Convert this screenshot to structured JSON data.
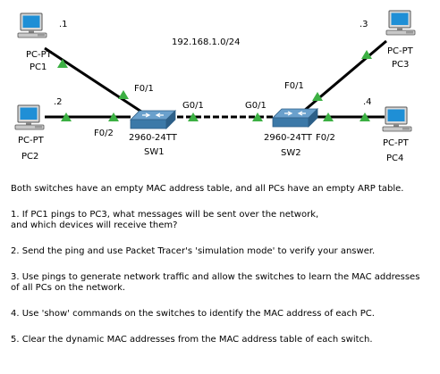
{
  "network": {
    "subnet": "192.168.1.0/24",
    "pcs": [
      {
        "id": "pc1",
        "type": "PC-PT",
        "name": "PC1",
        "host": ".1"
      },
      {
        "id": "pc2",
        "type": "PC-PT",
        "name": "PC2",
        "host": ".2"
      },
      {
        "id": "pc3",
        "type": "PC-PT",
        "name": "PC3",
        "host": ".3"
      },
      {
        "id": "pc4",
        "type": "PC-PT",
        "name": "PC4",
        "host": ".4"
      }
    ],
    "switches": [
      {
        "id": "sw1",
        "model": "2960-24TT",
        "name": "SW1"
      },
      {
        "id": "sw2",
        "model": "2960-24TT",
        "name": "SW2"
      }
    ],
    "ports": {
      "sw1_f01": "F0/1",
      "sw1_f02": "F0/2",
      "sw1_g01": "G0/1",
      "sw2_g01": "G0/1",
      "sw2_f01": "F0/1",
      "sw2_f02": "F0/2"
    },
    "colors": {
      "link": "#000000",
      "link_up": "#3cb043",
      "switch": "#4a86b8",
      "pc_screen": "#1f8fd6"
    }
  },
  "instructions": {
    "intro": "Both switches have an empty MAC address table, and all PCs have an empty ARP table.",
    "tasks": [
      "1. If PC1 pings to PC3, what messages will be sent over the network,\n    and which devices will receive them?",
      "2. Send the ping and use Packet Tracer's 'simulation mode' to verify your answer.",
      "3. Use pings to generate network traffic and allow the switches to learn the MAC addresses\n    of all PCs on the network.",
      "4. Use 'show' commands on the switches to identify the MAC address of each PC.",
      "5. Clear the dynamic MAC addresses from the MAC address table of each switch."
    ]
  }
}
